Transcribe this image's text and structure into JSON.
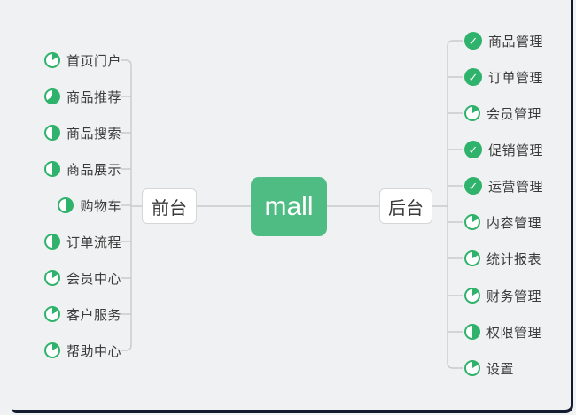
{
  "root": {
    "label": "mall"
  },
  "branches": {
    "left": {
      "label": "前台",
      "items": [
        {
          "label": "首页门户",
          "progress": "0.17"
        },
        {
          "label": "商品推荐",
          "progress": "0.65"
        },
        {
          "label": "商品搜索",
          "progress": "0.5"
        },
        {
          "label": "商品展示",
          "progress": "0.5"
        },
        {
          "label": "购物车",
          "progress": "0.5"
        },
        {
          "label": "订单流程",
          "progress": "0.5"
        },
        {
          "label": "会员中心",
          "progress": "0.17"
        },
        {
          "label": "客户服务",
          "progress": "0.17"
        },
        {
          "label": "帮助中心",
          "progress": "0.17"
        }
      ]
    },
    "right": {
      "label": "后台",
      "items": [
        {
          "label": "商品管理",
          "progress": "1"
        },
        {
          "label": "订单管理",
          "progress": "1"
        },
        {
          "label": "会员管理",
          "progress": "0.17"
        },
        {
          "label": "促销管理",
          "progress": "1"
        },
        {
          "label": "运营管理",
          "progress": "1"
        },
        {
          "label": "内容管理",
          "progress": "0.17"
        },
        {
          "label": "统计报表",
          "progress": "0.17"
        },
        {
          "label": "财务管理",
          "progress": "0.17"
        },
        {
          "label": "权限管理",
          "progress": "0.5"
        },
        {
          "label": "设置",
          "progress": "0.17"
        }
      ]
    }
  },
  "colors": {
    "background": "#f0f1f2",
    "accent_green": "#2fb26b",
    "root_node_green": "#4fbc84",
    "connector_gray": "#c8cacc",
    "frame_border": "#131c2e",
    "text": "#3b3b3b"
  }
}
